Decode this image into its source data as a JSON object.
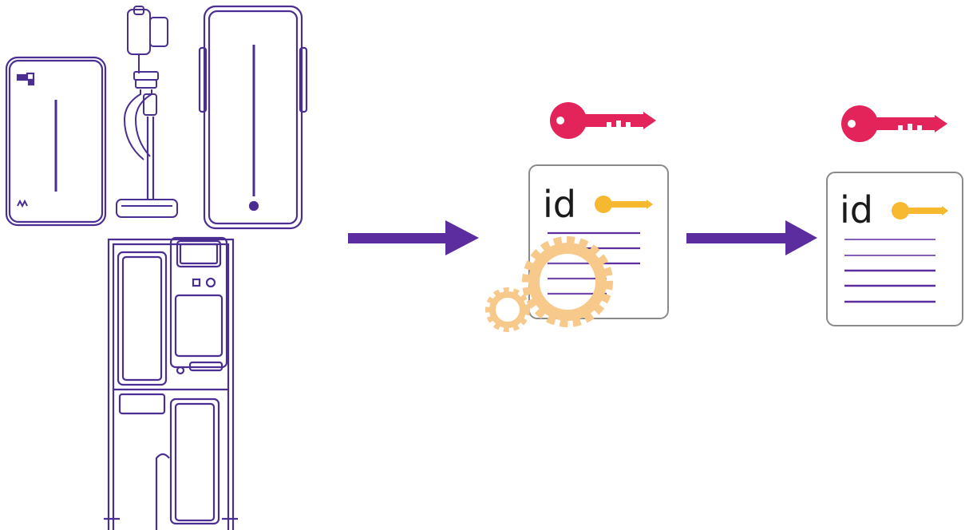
{
  "colors": {
    "device": "#4b2e91",
    "arrow": "#5b2d9e",
    "red_key": "#e2245a",
    "yellow_key": "#f5b82e",
    "gear": "#f7c98a",
    "doc_border": "#8a8a8a",
    "doc_lines": "#5b2d9e"
  },
  "devices": [
    {
      "name": "wall-unit",
      "icon": "purification-unit-icon"
    },
    {
      "name": "dispenser",
      "icon": "dispenser-icon"
    },
    {
      "name": "tall-cabinet",
      "icon": "cabinet-icon"
    },
    {
      "name": "floor-system",
      "icon": "floor-system-icon"
    }
  ],
  "documents": [
    {
      "label": "id",
      "state": "processing"
    },
    {
      "label": "id",
      "state": "final"
    }
  ]
}
